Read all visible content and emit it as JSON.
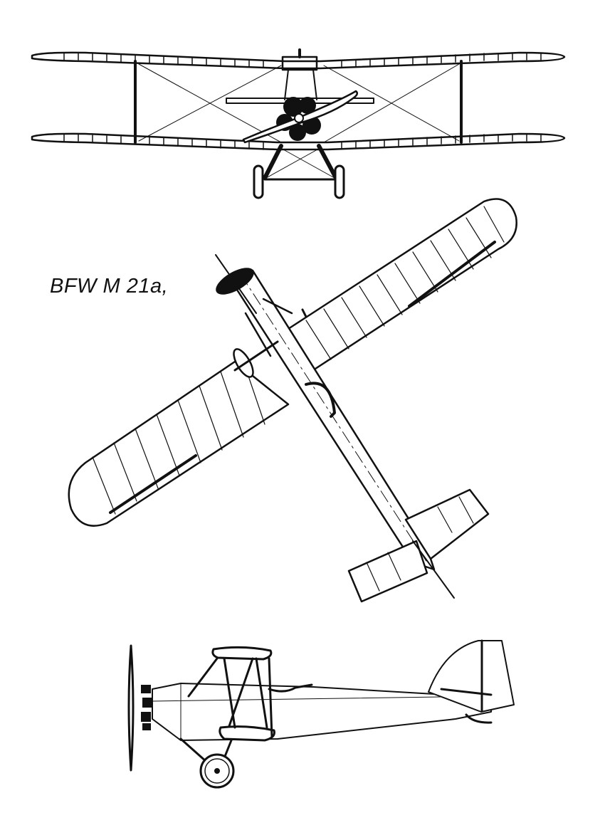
{
  "caption": "BFW M 21a,",
  "views": [
    {
      "name": "front-view",
      "description": "Biplane front view with radial engine and two-blade propeller"
    },
    {
      "name": "plan-view",
      "description": "Top view of aircraft, rotated diagonally"
    },
    {
      "name": "side-view",
      "description": "Side elevation with interplane N-struts and main landing gear"
    }
  ],
  "colors": {
    "line": "#111111",
    "background": "#ffffff"
  }
}
